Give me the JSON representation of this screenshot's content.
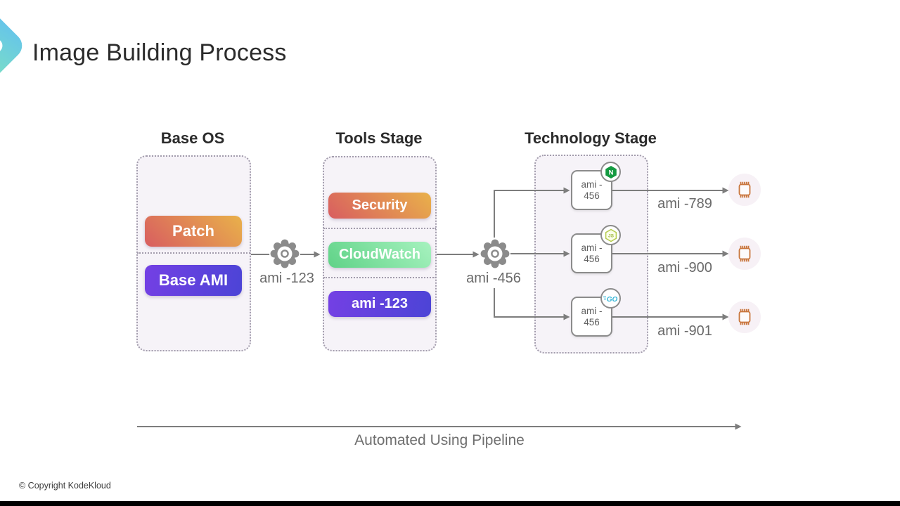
{
  "slide": {
    "title": "Image Building Process",
    "pipeline_arrow_label": "Automated Using Pipeline",
    "footer_copyright": "© Copyright KodeKloud"
  },
  "stages": {
    "base_os": {
      "heading": "Base OS",
      "items": [
        {
          "label": "Patch",
          "style": "orange"
        },
        {
          "label": "Base AMI",
          "style": "purple"
        }
      ]
    },
    "tools": {
      "heading": "Tools Stage",
      "items": [
        {
          "label": "Security",
          "style": "orange"
        },
        {
          "label": "CloudWatch",
          "style": "green"
        },
        {
          "label": "ami -123",
          "style": "purple"
        }
      ]
    },
    "technology": {
      "heading": "Technology Stage",
      "nodes": [
        {
          "box_label_line1": "ami -",
          "box_label_line2": "456",
          "badge_icon": "nginx-icon",
          "badge_text": "N",
          "output_label": "ami -789",
          "output_icon": "chip-icon"
        },
        {
          "box_label_line1": "ami -",
          "box_label_line2": "456",
          "badge_icon": "nodejs-icon",
          "badge_text": "JS",
          "output_label": "ami -900",
          "output_icon": "chip-icon"
        },
        {
          "box_label_line1": "ami -",
          "box_label_line2": "456",
          "badge_icon": "go-icon",
          "badge_text": "GO",
          "output_label": "ami -901",
          "output_icon": "chip-icon"
        }
      ]
    }
  },
  "connectors": {
    "gear1_label": "ami -123",
    "gear2_label": "ami -456"
  },
  "colors": {
    "accent_orange_start": "#d85d60",
    "accent_orange_end": "#e9b14a",
    "accent_green_start": "#5fd287",
    "accent_green_end": "#a7f2bf",
    "accent_purple_start": "#7440e4",
    "accent_purple_end": "#4c44d6",
    "logo_blue": "#66c5e9",
    "logo_teal": "#7bdfc5",
    "connector_gray": "#7d7d7d",
    "chip_orange": "#c9763d",
    "nginx_green": "#159a41",
    "nodejs_green": "#a9c43d",
    "go_blue": "#35b5d6"
  }
}
